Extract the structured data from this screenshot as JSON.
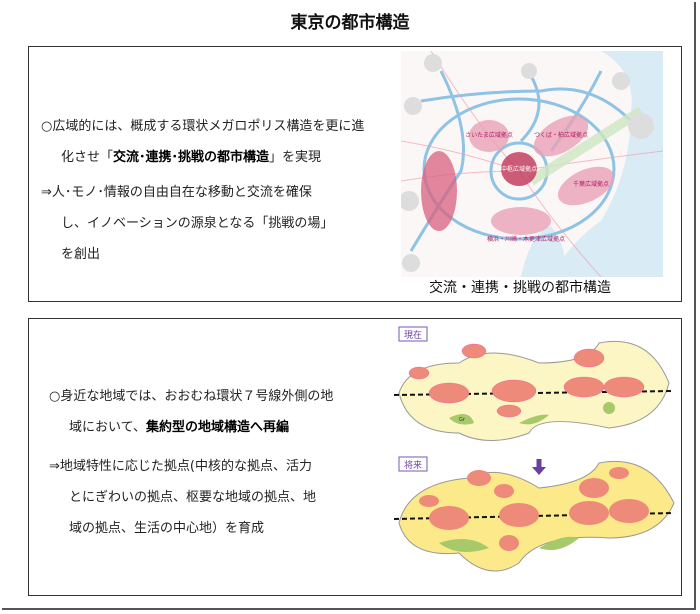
{
  "title": "東京の都市構造",
  "panel1": {
    "lines": [
      {
        "pre": "○広域的には、概成する環状メガロポリス構造を更に進",
        "bold": "",
        "post": ""
      },
      {
        "pre": "化させ「",
        "bold": "交流･連携･挑戦の都市構造",
        "post": "」を実現"
      },
      {
        "pre": "⇒人･モノ･情報の自由自在な移動と交流を確保",
        "bold": "",
        "post": ""
      },
      {
        "pre": "し、イノベーションの源泉となる「挑戦の場」",
        "bold": "",
        "post": ""
      },
      {
        "pre": "を創出",
        "bold": "",
        "post": ""
      }
    ],
    "map_caption": "交流・連携・挑戦の都市構造",
    "map_labels": [
      "さいたま広域拠点",
      "つくば・柏広域拠点",
      "中枢広域拠点",
      "千葉広域拠点",
      "横浜・川崎・木更津広域拠点"
    ]
  },
  "panel2": {
    "lines": [
      {
        "pre": "○身近な地域では、おおむね環状７号線外側の地",
        "bold": "",
        "post": ""
      },
      {
        "pre": "域において、",
        "bold": "集約型の地域構造へ再編",
        "post": ""
      },
      {
        "pre": "⇒地域特性に応じた拠点(中核的な拠点、活力",
        "bold": "",
        "post": ""
      },
      {
        "pre": "とにぎわいの拠点、枢要な地域の拠点、地",
        "bold": "",
        "post": ""
      },
      {
        "pre": "域の拠点、生活の中心地）を育成",
        "bold": "",
        "post": ""
      }
    ],
    "label_now": "現在",
    "label_future": "将来",
    "green_label": "Gr"
  },
  "colors": {
    "ring": "#8ec3e6",
    "hub": "#d9607f",
    "green": "#a7c96a",
    "land": "#fbf6c4",
    "accent": "#6b3fa0"
  }
}
